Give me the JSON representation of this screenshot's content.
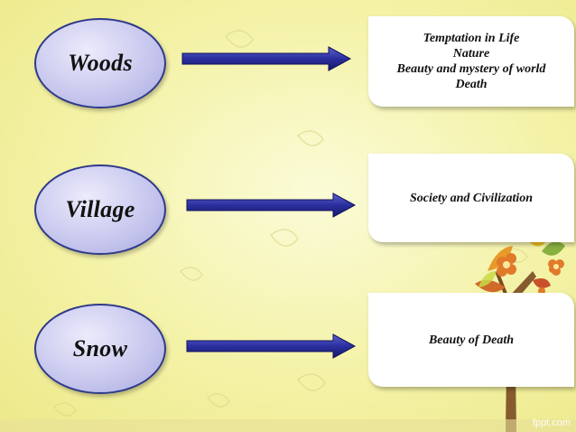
{
  "rows": [
    {
      "label": "Woods",
      "lines": [
        "Temptation in Life",
        "Nature",
        "Beauty and mystery of world",
        "Death"
      ]
    },
    {
      "label": "Village",
      "lines": [
        "Society and Civilization"
      ]
    },
    {
      "label": "Snow",
      "lines": [
        "Beauty of Death"
      ]
    }
  ],
  "watermark": "fppt.com",
  "colors": {
    "oval_fill": "#c9c9ef",
    "oval_border": "#2f3a8a",
    "arrow_fill": "#2b2f9e",
    "arrow_edge": "#11135a",
    "box_fill": "#ffffff"
  }
}
